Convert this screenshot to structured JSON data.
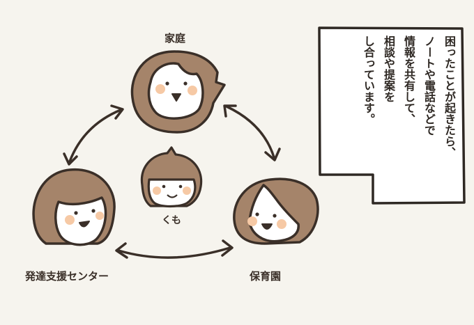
{
  "diagram": {
    "nodes": {
      "family": "家庭",
      "kumo": "くも",
      "support_center": "発達支援センター",
      "nursery": "保育園"
    },
    "callout_lines": [
      "困ったことが起きたら、",
      "ノートや電話などで",
      "情報を共有して、",
      "相談や提案を",
      "し合っています。"
    ]
  },
  "colors": {
    "hair": "#a5846a",
    "outline": "#3a2f28",
    "cheek": "#f6c9a5",
    "face": "#ffffff",
    "background": "#f6f4ee"
  }
}
